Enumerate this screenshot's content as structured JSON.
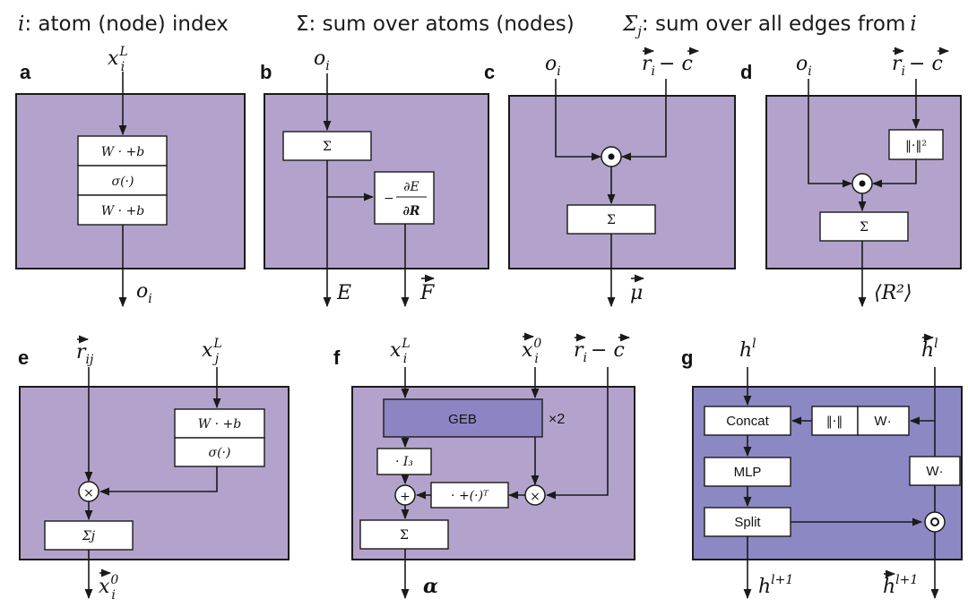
{
  "legend": {
    "index_symbol": "i",
    "index_text": ": atom (node) index",
    "sum_symbol": "Σ",
    "sum_text": ": sum over atoms (nodes)",
    "edge_symbol": "Σ",
    "edge_sub": "j",
    "edge_text": ": sum over all edges from",
    "edge_tail": "i"
  },
  "panels": {
    "a": {
      "label": "a",
      "input_base": "x",
      "input_sub": "i",
      "input_sup": "L",
      "layers": [
        "W · +b",
        "σ(·)",
        "W · +b"
      ],
      "output_base": "o",
      "output_sub": "i"
    },
    "b": {
      "label": "b",
      "input_base": "o",
      "input_sub": "i",
      "sum_box": "Σ",
      "grad_minus": "−",
      "grad_num": "∂E",
      "grad_den": "∂R",
      "output_energy": "E",
      "output_force": "F"
    },
    "c": {
      "label": "c",
      "input_left_base": "o",
      "input_left_sub": "i",
      "input_right": "r",
      "input_right_sub": "i",
      "input_right_tail": "− c",
      "product_symbol": "⊙",
      "sum_box": "Σ",
      "output": "μ"
    },
    "d": {
      "label": "d",
      "input_left_base": "o",
      "input_left_sub": "i",
      "input_right": "r",
      "input_right_sub": "i",
      "input_right_tail": "− c",
      "norm_box": "‖·‖²",
      "product_symbol": "⊙",
      "sum_box": "Σ",
      "output": "⟨R²⟩"
    },
    "e": {
      "label": "e",
      "input_left": "r",
      "input_left_sub": "ij",
      "input_right_base": "x",
      "input_right_sub": "j",
      "input_right_sup": "L",
      "layers": [
        "W · +b",
        "σ(·)"
      ],
      "cross_symbol": "×",
      "edge_sum_box": "Σj",
      "output": "x",
      "output_sub": "i",
      "output_sup": "0"
    },
    "f": {
      "label": "f",
      "input_1_base": "x",
      "input_1_sub": "i",
      "input_1_sup": "L",
      "input_2_base": "x",
      "input_2_sub": "i",
      "input_2_sup": "0",
      "input_3": "r",
      "input_3_sub": "i",
      "input_3_tail": "− c",
      "geb_box": "GEB",
      "repeat": "×2",
      "identity_box": "· I₃",
      "transpose_box": "· +(·)ᵀ",
      "plus_symbol": "+",
      "cross_symbol": "×",
      "sum_box": "Σ",
      "output": "α"
    },
    "g": {
      "label": "g",
      "input_scalar_base": "h",
      "input_scalar_sup": "l",
      "input_vector_base": "h",
      "input_vector_sup": "l",
      "concat_box": "Concat",
      "norm_box": "‖·‖",
      "w_box_top": "W·",
      "mlp_box": "MLP",
      "w_box_right": "W·",
      "split_box": "Split",
      "product_symbol": "⊙",
      "output_scalar_base": "h",
      "output_scalar_sup": "l+1",
      "output_vector_base": "h",
      "output_vector_sup": "l+1"
    }
  }
}
